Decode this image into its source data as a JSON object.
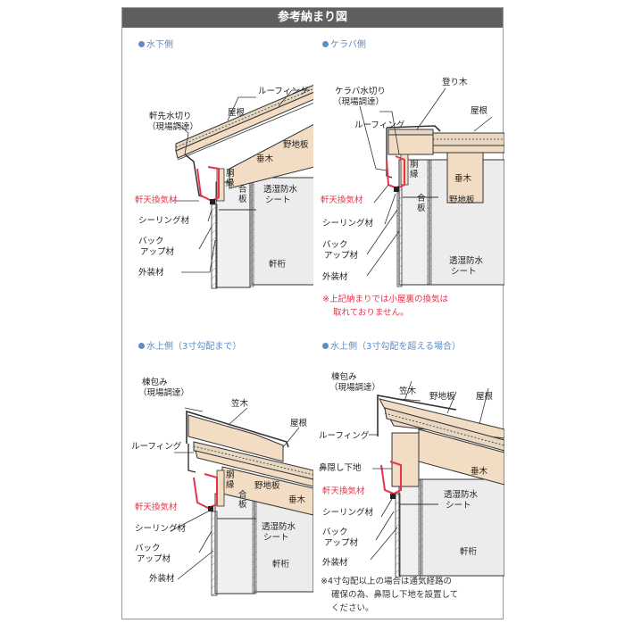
{
  "title": "参考納まり図",
  "colors": {
    "header": "#5f5f5f",
    "section": "#5a8ec4",
    "accent": "#e8334a",
    "wood": "#f2dcc4"
  },
  "panels": {
    "p1": {
      "title": "水下側",
      "labels": {
        "roofing": "ルーフィング",
        "roof": "屋根",
        "eaves_flash": "軒先水切り",
        "eaves_flash_sub": "（現場調達）",
        "sheathing": "野地板",
        "rafter": "垂木",
        "band": "胴縁",
        "plywood": "合板",
        "vapor": "透湿防水",
        "vapor2": "シート",
        "vent": "軒天換気材",
        "sealing": "シーリング材",
        "backup1": "バック",
        "backup2": "アップ材",
        "exterior": "外装材",
        "beam": "軒桁"
      }
    },
    "p2": {
      "title": "ケラバ側",
      "labels": {
        "verge_flash": "ケラバ水切り",
        "verge_flash_sub": "（現場調達）",
        "rising": "登り木",
        "roof": "屋根",
        "roofing": "ルーフィング",
        "band": "胴縁",
        "rafter": "垂木",
        "vent": "軒天換気材",
        "sheathing": "野地板",
        "plywood": "合板",
        "sealing": "シーリング材",
        "backup1": "バック",
        "backup2": "アップ材",
        "vapor": "透湿防水",
        "vapor2": "シート",
        "exterior": "外装材"
      },
      "note1": "※上記納まりでは小屋裏の換気は",
      "note2": "取れておりません。"
    },
    "p3": {
      "title": "水上側（3寸勾配まで）",
      "labels": {
        "ridge": "棟包み",
        "ridge_sub": "（現場調達）",
        "kasagi": "笠木",
        "roof": "屋根",
        "roofing": "ルーフィング",
        "band": "胴縁",
        "sheathing": "野地板",
        "plywood": "合板",
        "rafter": "垂木",
        "vent": "軒天換気材",
        "sealing": "シーリング材",
        "vapor": "透湿防水",
        "vapor2": "シート",
        "backup1": "バック",
        "backup2": "アップ材",
        "exterior": "外装材",
        "beam": "軒桁"
      }
    },
    "p4": {
      "title": "水上側（3寸勾配を超える場合）",
      "labels": {
        "ridge": "棟包み",
        "ridge_sub": "（現場調達）",
        "kasagi": "笠木",
        "sheathing": "野地板",
        "roof": "屋根",
        "roofing": "ルーフィング",
        "rafter": "垂木",
        "nose": "鼻隠し下地",
        "vent": "軒天換気材",
        "vapor": "透湿防水",
        "vapor2": "シート",
        "sealing": "シーリング材",
        "backup1": "バック",
        "backup2": "アップ材",
        "exterior": "外装材",
        "beam": "軒桁"
      },
      "note1": "※4寸勾配以上の場合は通気経路の",
      "note2": "確保の為、鼻隠し下地を設置して",
      "note3": "ください。"
    }
  }
}
